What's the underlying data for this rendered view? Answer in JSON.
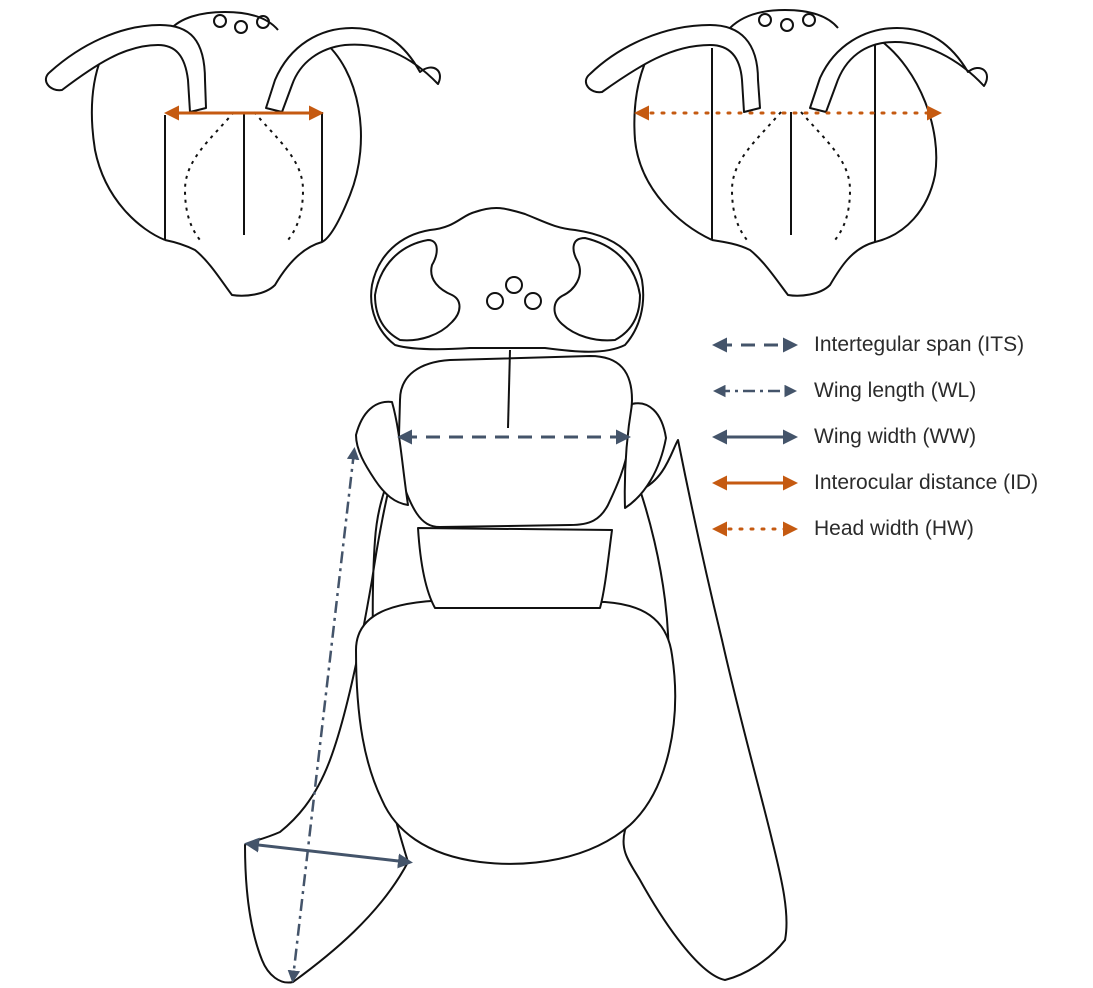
{
  "colors": {
    "outline": "#111111",
    "blue": "#44546a",
    "orange": "#c55a11"
  },
  "legend": {
    "items": [
      {
        "key": "its",
        "label": "Intertegular span (ITS)",
        "color": "#44546a",
        "style": "dashed"
      },
      {
        "key": "wl",
        "label": "Wing length (WL)",
        "color": "#44546a",
        "style": "dash-dot"
      },
      {
        "key": "ww",
        "label": "Wing width (WW)",
        "color": "#44546a",
        "style": "solid"
      },
      {
        "key": "id",
        "label": "Interocular distance (ID)",
        "color": "#c55a11",
        "style": "solid"
      },
      {
        "key": "hw",
        "label": "Head width (HW)",
        "color": "#c55a11",
        "style": "dotted"
      }
    ]
  }
}
